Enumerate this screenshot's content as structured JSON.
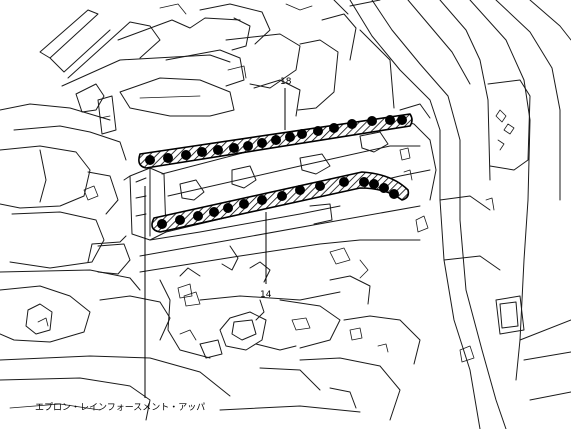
{
  "callouts": [
    {
      "id": "18",
      "label": "18"
    },
    {
      "id": "14",
      "label": "14"
    }
  ],
  "caption": "エプロン・レインフォースメント・アッパ",
  "colors": {
    "line": "#1a1a1a",
    "seal_stroke": "#000000",
    "spot": "#000000",
    "background": "#ffffff"
  }
}
